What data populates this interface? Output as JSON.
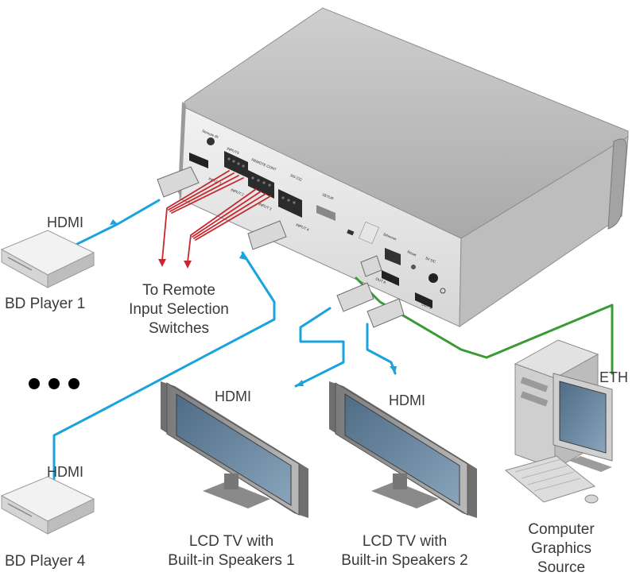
{
  "labels": {
    "hdmi_bd1": "HDMI",
    "hdmi_bd4": "HDMI",
    "hdmi_tv1": "HDMI",
    "hdmi_tv2": "HDMI",
    "eth": "ETH",
    "bd_player_1": "BD Player 1",
    "bd_player_4": "BD Player 4",
    "remote_line1": "To Remote",
    "remote_line2": "Input Selection",
    "remote_line3": "Switches",
    "tv1_line1": "LCD TV with",
    "tv1_line2": "Built-in Speakers 1",
    "tv2_line1": "LCD TV with",
    "tv2_line2": "Built-in Speakers 2",
    "pc_line1": "Computer",
    "pc_line2": "Graphics",
    "pc_line3": "Source"
  },
  "device_panel": {
    "remote_ir": "Remote IR",
    "inputs": "INPUTS",
    "rs232": "RS-232",
    "remote_cont": "REMOTE CONT",
    "setup": "SETUP",
    "ethernet": "Ethernet",
    "reset": "Reset",
    "power": "5V DC",
    "input_1": "INPUT 1",
    "input_2": "INPUT 2",
    "input_3": "INPUT 3",
    "input_4": "INPUT 4",
    "out_a": "OUT A",
    "out_b": "OUT B"
  },
  "colors": {
    "hdmi_cable": "#1aa3dd",
    "remote_wire": "#c8282d",
    "eth_cable": "#3a9a35",
    "label_text": "#3a3a3a"
  }
}
